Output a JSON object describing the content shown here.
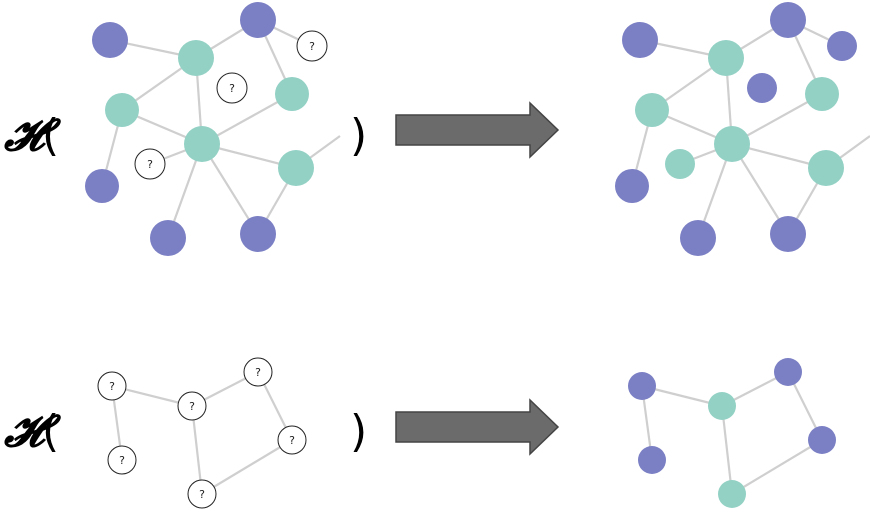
{
  "colors": {
    "purple": "#7b7fc4",
    "teal": "#93d1c5",
    "edge": "#cfcfcf",
    "arrow": "#6b6b6b",
    "unknown_fill": "#ffffff",
    "unknown_stroke": "#222222"
  },
  "labels": {
    "function": "𝓗",
    "open_paren": "(",
    "close_paren": ")",
    "unknown": "?"
  },
  "icons": [
    "right-arrow-icon"
  ],
  "graphs": [
    {
      "id": "g1",
      "input": [
        "purple",
        "teal",
        "purple",
        "unknown",
        "unknown",
        "teal",
        "teal",
        "teal",
        "unknown",
        "purple",
        "teal",
        "purple",
        "purple"
      ],
      "output": [
        "purple",
        "teal",
        "purple",
        "purple",
        "purple",
        "teal",
        "teal",
        "teal",
        "teal",
        "purple",
        "teal",
        "purple",
        "purple"
      ]
    },
    {
      "id": "g2",
      "input": [
        "unknown",
        "unknown",
        "unknown",
        "unknown",
        "unknown",
        "unknown"
      ],
      "output": [
        "purple",
        "teal",
        "purple",
        "purple",
        "purple",
        "teal"
      ]
    }
  ]
}
